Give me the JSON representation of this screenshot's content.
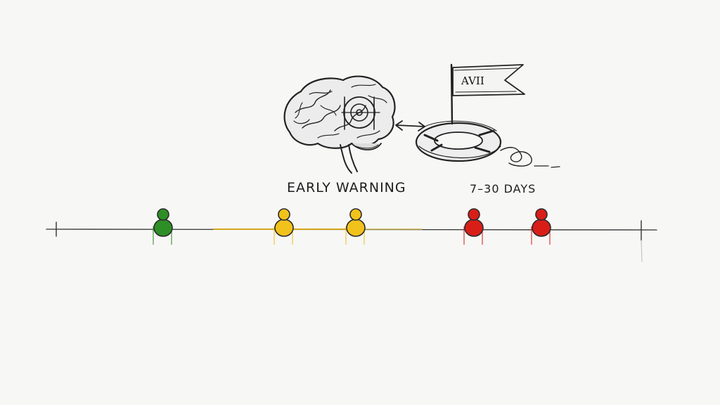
{
  "labels": {
    "early_warning": "EARLY WARNING",
    "window": "7–30 DAYS",
    "flag": "AVII"
  },
  "timeline": {
    "markers": [
      {
        "status": "green"
      },
      {
        "status": "yellow"
      },
      {
        "status": "yellow"
      },
      {
        "status": "red"
      },
      {
        "status": "red"
      }
    ]
  },
  "colors": {
    "green": "#2e8f26",
    "yellow": "#f1c21b",
    "red": "#d91e18",
    "ink": "#222222"
  },
  "icons": [
    "brain-icon",
    "target-icon",
    "double-arrow-icon",
    "life-ring-icon",
    "flag-icon",
    "person-marker-icon"
  ]
}
